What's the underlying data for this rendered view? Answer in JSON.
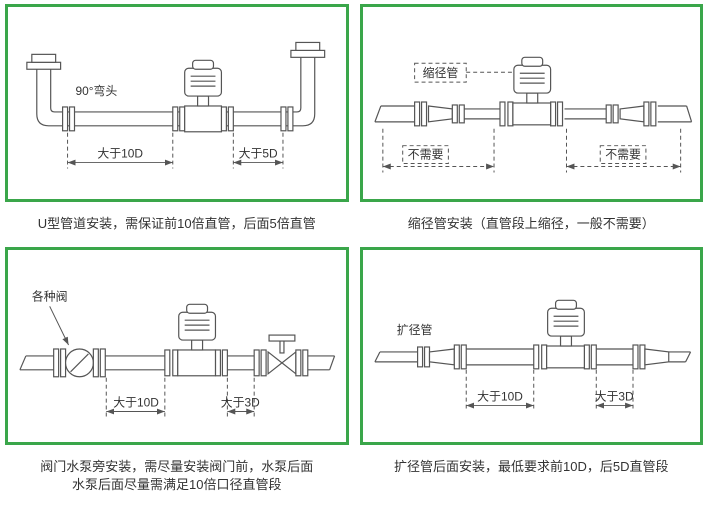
{
  "colors": {
    "panel_border": "#3aa64a",
    "line": "#555555",
    "text": "#333333"
  },
  "panels": [
    {
      "name": "u-pipe-installation",
      "caption": "U型管道安装，需保证前10倍直管，后面5倍直管",
      "labels": {
        "elbow": "90°弯头",
        "dim_left": "大于10D",
        "dim_right": "大于5D"
      }
    },
    {
      "name": "reducer-installation",
      "caption": "缩径管安装（直管段上缩径，一般不需要）",
      "labels": {
        "reducer": "缩径管",
        "not_needed_left": "不需要",
        "not_needed_right": "不需要"
      }
    },
    {
      "name": "valve-pump-installation",
      "caption": "阀门水泵旁安装，需尽量安装阀门前，水泵后面",
      "caption2": "水泵后面尽量需满足10倍口径直管段",
      "labels": {
        "valves": "各种阀",
        "dim_left": "大于10D",
        "dim_right": "大于3D"
      }
    },
    {
      "name": "expander-installation",
      "caption": "扩径管后面安装，最低要求前10D，后5D直管段",
      "labels": {
        "expander": "扩径管",
        "dim_left": "大于10D",
        "dim_right": "大于3D"
      }
    }
  ]
}
